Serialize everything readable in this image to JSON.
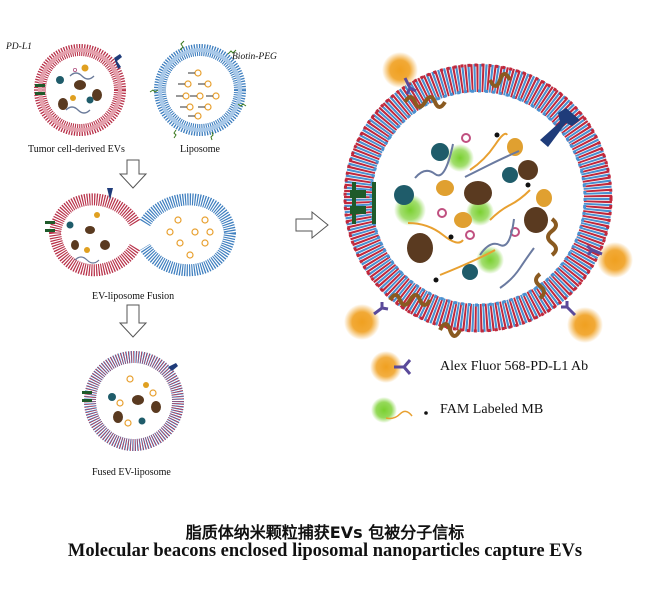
{
  "diagram": {
    "title": "EV capture workflow with molecular-beacon liposomes",
    "colors": {
      "ev_membrane": "#b8324a",
      "liposome_membrane": "#3f7fbf",
      "fused_head_red": "#c0283c",
      "fused_head_blue": "#4a90d0",
      "fluor_orange": "#f0a020",
      "fam_green": "#7ad030",
      "antibody": "#5a4a9a",
      "pdl1_receptor": "#1f3c7a",
      "transmembrane_green": "#1e5a2a",
      "coil_brown": "#8a5a20",
      "peg_green": "#3a7a20",
      "beacon_orange": "#e8a030",
      "arrow_stroke": "#555555"
    },
    "labels": {
      "pdl1": "PD-L1",
      "biotin_peg": "Biotin-PEG",
      "tumor_evs": "Tumor cell-derived EVs",
      "liposome": "Liposome",
      "fusion": "EV-liposome Fusion",
      "fused": "Fused EV-liposome"
    },
    "legend": [
      {
        "icon": "fluorophore-antibody-icon",
        "label": "Alex Fluor 568-PD-L1 Ab"
      },
      {
        "icon": "fam-beacon-icon",
        "label": "FAM  Labeled MB"
      }
    ],
    "caption": {
      "chinese": "脂质体纳米颗粒捕获EVs 包被分子信标",
      "english": "Molecular beacons enclosed liposomal nanoparticles capture EVs"
    }
  }
}
